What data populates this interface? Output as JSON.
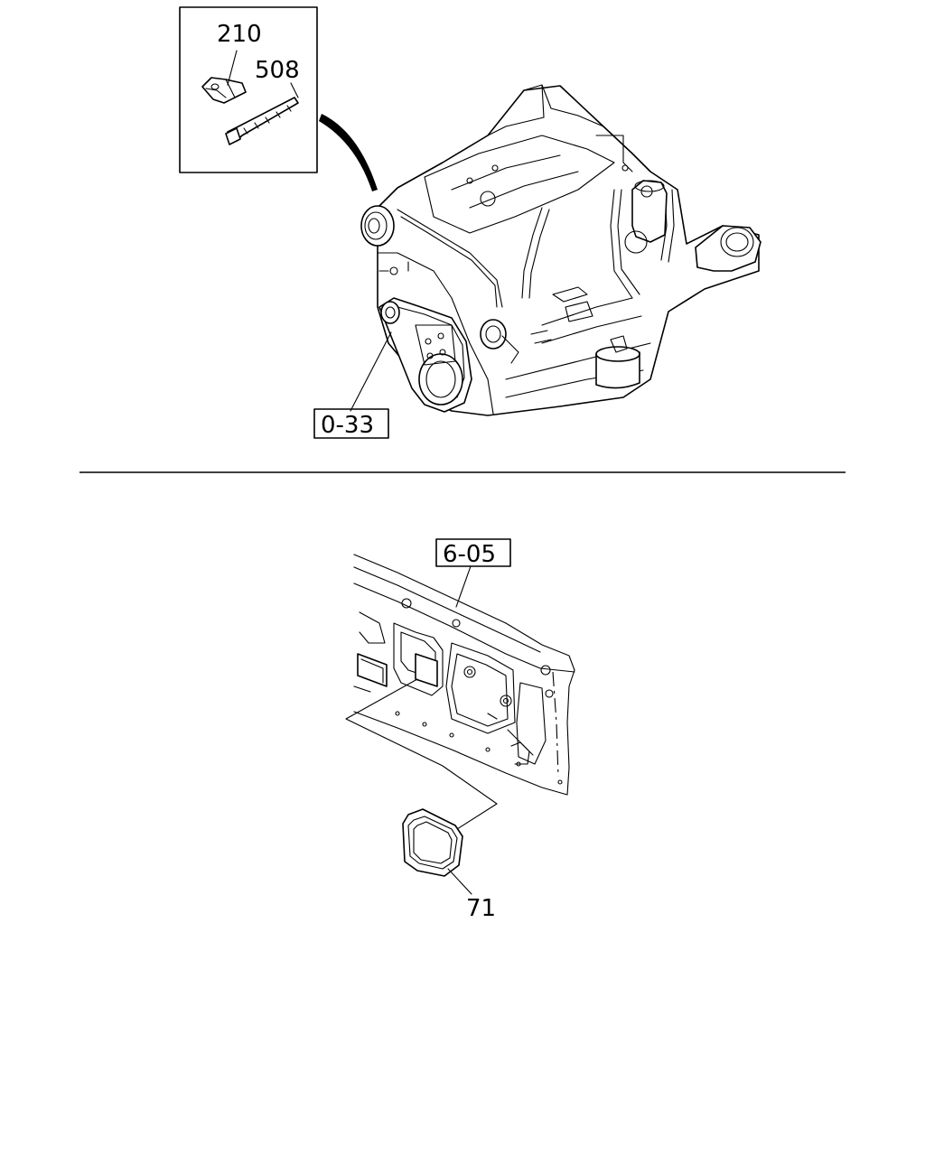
{
  "callouts": {
    "clip": "210",
    "tie_band": "508",
    "ref_belt": "0-33",
    "ref_bracket": "6-05",
    "gasket": "71"
  }
}
